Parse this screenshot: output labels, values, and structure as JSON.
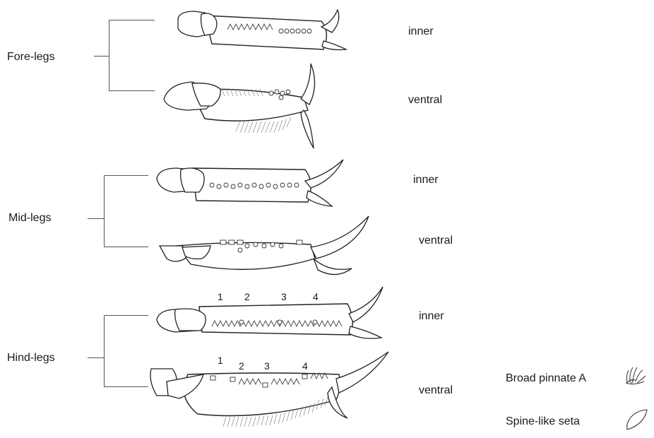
{
  "groups": [
    {
      "label": "Fore-legs",
      "views": [
        "inner",
        "ventral"
      ]
    },
    {
      "label": "Mid-legs",
      "views": [
        "inner",
        "ventral"
      ]
    },
    {
      "label": "Hind-legs",
      "views": [
        "inner",
        "ventral"
      ]
    }
  ],
  "hind_inner_numbers": [
    "1",
    "2",
    "3",
    "4"
  ],
  "hind_ventral_numbers": [
    "1",
    "2",
    "3",
    "4"
  ],
  "legend": [
    {
      "label": "Broad pinnate A",
      "icon": "broad-pinnate-seta-icon"
    },
    {
      "label": "Spine-like seta",
      "icon": "spine-like-seta-icon"
    }
  ],
  "colors": {
    "line": "#222222",
    "bracket": "#555555",
    "background": "#ffffff"
  }
}
